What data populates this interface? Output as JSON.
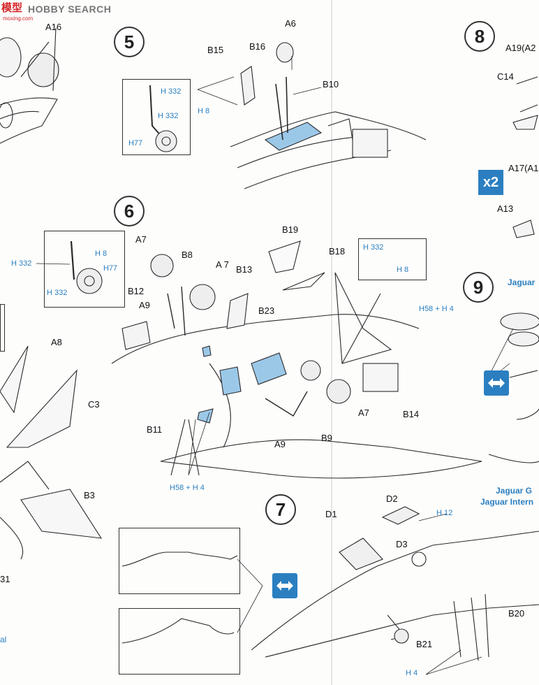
{
  "watermark": {
    "logo": "模型",
    "brand": "HOBBY SEARCH",
    "sub": "moxing.com"
  },
  "steps": [
    "5",
    "6",
    "7",
    "8",
    "9"
  ],
  "parts": {
    "a16": "A16",
    "a6": "A6",
    "b15": "B15",
    "b16": "B16",
    "b10": "B10",
    "a19": "A19(A2",
    "c14": "C14",
    "a17": "A17(A1",
    "a13": "A13",
    "b19": "B19",
    "a7a": "A7",
    "b8": "B8",
    "a7b": "A 7",
    "b13": "B13",
    "b18": "B18",
    "b12": "B12",
    "a9a": "A9",
    "b23": "B23",
    "a8": "A8",
    "c3": "C3",
    "b11": "B11",
    "a9b": "A9",
    "b9": "B9",
    "a7c": "A7",
    "b14": "B14",
    "b3": "B3",
    "b1": "31",
    "d2": "D2",
    "d1": "D1",
    "d3": "D3",
    "b20": "B20",
    "b21": "B21"
  },
  "paint": {
    "h332a": "H 332",
    "h332b": "H 332",
    "h77a": "H77",
    "h8a": "H 8",
    "h8b": "H 8",
    "h332c": "H 332",
    "h77b": "H77",
    "h332d": "H 332",
    "h332e": "H 332",
    "h8c": "H 8",
    "h58a": "H58 + H 4",
    "h58b": "H58 + H 4",
    "h12": "H 12",
    "h4": "H 4"
  },
  "multiplier": "x2",
  "captions": {
    "jaguar_top": "Jaguar",
    "jaguar_g": "Jaguar G",
    "jaguar_int": "Jaguar Intern",
    "left_edge": "al"
  },
  "colors": {
    "accent": "#2b7fc0",
    "highlight": "#9cc8e8",
    "ink": "#1a1a1a"
  },
  "icons": [
    "swap-arrows-icon",
    "swap-arrows-icon",
    "swap-arrows-icon"
  ]
}
